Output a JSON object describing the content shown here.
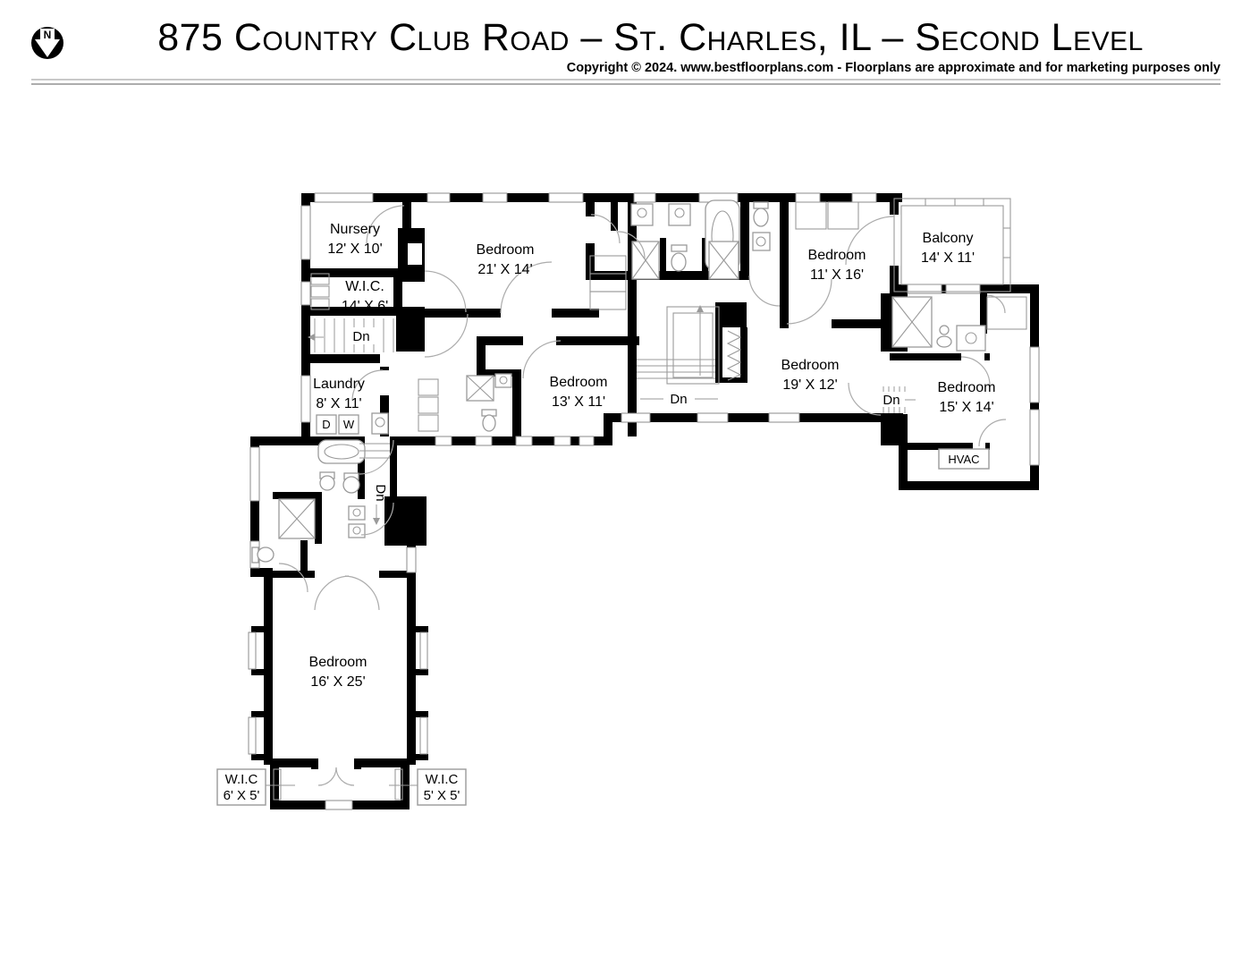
{
  "header": {
    "north_label": "N",
    "title": "875 Country Club Road – St. Charles, IL – Second Level",
    "copyright": "Copyright © 2024. www.bestfloorplans.com - Floorplans are approximate and for marketing purposes only"
  },
  "rooms": {
    "nursery": {
      "name": "Nursery",
      "dims": "12' X 10'"
    },
    "wic_upper": {
      "name": "W.I.C.",
      "dims": "14' X 6'"
    },
    "bedroom_21x14": {
      "name": "Bedroom",
      "dims": "21' X 14'"
    },
    "bedroom_11x16": {
      "name": "Bedroom",
      "dims": "11' X 16'"
    },
    "balcony": {
      "name": "Balcony",
      "dims": "14' X 11'"
    },
    "laundry": {
      "name": "Laundry",
      "dims": "8' X 11'"
    },
    "bedroom_13x11": {
      "name": "Bedroom",
      "dims": "13' X 11'"
    },
    "bedroom_19x12": {
      "name": "Bedroom",
      "dims": "19' X 12'"
    },
    "bedroom_15x14": {
      "name": "Bedroom",
      "dims": "15' X 14'"
    },
    "bedroom_16x25": {
      "name": "Bedroom",
      "dims": "16' X 25'"
    },
    "wic_left": {
      "name": "W.I.C",
      "dims": "6' X 5'"
    },
    "wic_right": {
      "name": "W.I.C",
      "dims": "5' X 5'"
    }
  },
  "stairs": {
    "down_label": "Dn"
  },
  "utility": {
    "hvac": "HVAC",
    "dryer": "D",
    "washer": "W"
  },
  "colors": {
    "wall": "#000000",
    "fixture_line": "#9a9a9a",
    "text": "#000000"
  }
}
